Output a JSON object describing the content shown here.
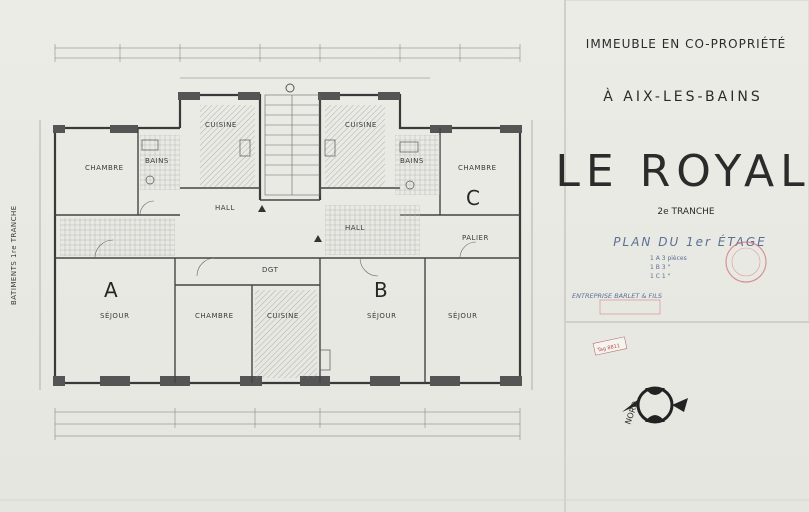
{
  "title_block": {
    "line1": "IMMEUBLE EN CO-PROPRIÉTÉ",
    "line2": "À AIX-LES-BAINS",
    "name": "LE ROYAL",
    "tranche": "2e TRANCHE",
    "plan_title": "PLAN DU 1er ÉTAGE",
    "counts": [
      "1 A 3 pièces",
      "1 B 3 \"",
      "1 C 1 \""
    ],
    "builder": "ENTREPRISE BARLET & FILS"
  },
  "plan": {
    "side_label": "BATIMENTS 1re TRANCHE",
    "apartments": [
      "A",
      "B",
      "C"
    ],
    "rooms": {
      "chambre": "CHAMBRE",
      "cuisine": "CUISINE",
      "sejour": "SÉJOUR",
      "bain": "BAINS",
      "hall": "HALL",
      "palier": "PALIER",
      "dgt": "DGT"
    },
    "north": "NORD",
    "tag": "Tag 8811"
  },
  "colors": {
    "paper": "#ecece7",
    "ink": "#2a2a2a",
    "blue_ink": "#5a6f95",
    "stamp_red": "#c04a50"
  }
}
